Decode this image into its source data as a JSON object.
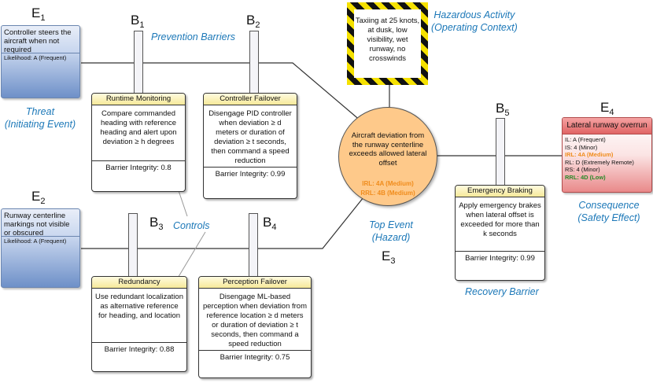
{
  "labels": {
    "e1": {
      "main": "E",
      "sub": "1"
    },
    "e2": {
      "main": "E",
      "sub": "2"
    },
    "e3": {
      "main": "E",
      "sub": "3"
    },
    "e4": {
      "main": "E",
      "sub": "4"
    },
    "b1": {
      "main": "B",
      "sub": "1"
    },
    "b2": {
      "main": "B",
      "sub": "2"
    },
    "b3": {
      "main": "B",
      "sub": "3"
    },
    "b4": {
      "main": "B",
      "sub": "4"
    },
    "b5": {
      "main": "B",
      "sub": "5"
    }
  },
  "annotations": {
    "threat_line1": "Threat",
    "threat_line2": "(Initiating Event)",
    "prevention_barriers": "Prevention Barriers",
    "controls": "Controls",
    "hazardous_line1": "Hazardous Activity",
    "hazardous_line2": "(Operating Context)",
    "top_event_line1": "Top Event",
    "top_event_line2": "(Hazard)",
    "recovery_barrier": "Recovery Barrier",
    "consequence_line1": "Consequence",
    "consequence_line2": "(Safety Effect)"
  },
  "threats": {
    "t1": {
      "text": "Controller steers the aircraft when not required",
      "likelihood": "Likelihood: A (Frequent)"
    },
    "t2": {
      "text": "Runway centerline markings not visible or obscured",
      "likelihood": "Likelihood: A (Frequent)"
    }
  },
  "barriers": {
    "b1": {
      "title": "Runtime Monitoring",
      "desc": "Compare commanded heading with reference heading and alert upon deviation ≥ h degrees",
      "integrity": "Barrier Integrity: 0.8"
    },
    "b2": {
      "title": "Controller Failover",
      "desc": "Disengage PID controller when deviation ≥ d meters or duration of deviation ≥ t seconds, then command a speed reduction",
      "integrity": "Barrier Integrity: 0.99"
    },
    "b3": {
      "title": "Redundancy",
      "desc": "Use redundant localization as alternative reference for heading, and location",
      "integrity": "Barrier Integrity: 0.88"
    },
    "b4": {
      "title": "Perception Failover",
      "desc": "Disengage ML-based perception when deviation from reference location ≥ d meters or duration of deviation ≥ t seconds, then command a speed reduction",
      "integrity": "Barrier Integrity: 0.75"
    },
    "b5": {
      "title": "Emergency Braking",
      "desc": "Apply emergency brakes when lateral offset is exceeded for more than k seconds",
      "integrity": "Barrier Integrity: 0.99"
    }
  },
  "hazard": {
    "text": "Taxiing at 25 knots, at dusk, low visibility, wet runway, no crosswinds"
  },
  "top_event": {
    "text": "Aircraft deviation from the runway centerline exceeds allowed lateral offset",
    "irl": "IRL: 4A (Medium)",
    "rrl": "RRL: 4B (Medium)"
  },
  "consequence": {
    "title": "Lateral runway overrun",
    "il": "IL: A (Frequent)",
    "is": "IS: 4 (Minor)",
    "irl": "IRL: 4A (Medium)",
    "rl": "RL: D (Extremely Remote)",
    "rs": "RS: 4 (Minor)",
    "rrl": "RRL: 4D (Low)"
  },
  "colors": {
    "annotation_blue": "#1c78b8",
    "risk_medium": "#f08c1c",
    "risk_low": "#2a8a2a",
    "top_event_fill": "#fec98a",
    "hazard_stripe": "#f5e100"
  }
}
